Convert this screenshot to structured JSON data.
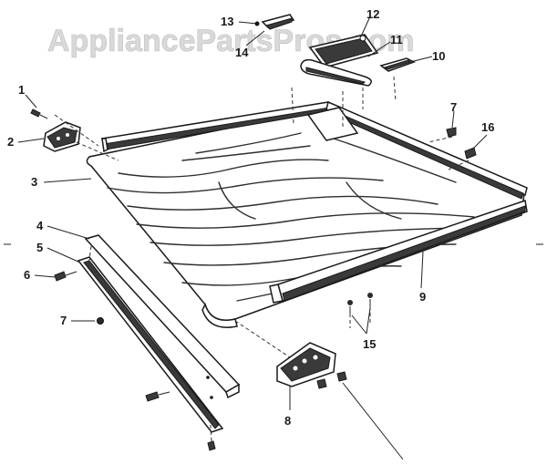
{
  "watermark": "AppliancePartsPros.com",
  "callouts": {
    "c1": "1",
    "c2": "2",
    "c3": "3",
    "c4": "4",
    "c5": "5",
    "c6": "6",
    "c7a": "7",
    "c7b": "7",
    "c8": "8",
    "c9": "9",
    "c10": "10",
    "c11": "11",
    "c12": "12",
    "c13": "13",
    "c14": "14",
    "c15": "15",
    "c16": "16"
  },
  "colors": {
    "ink": "#1a1a1a",
    "watermark": "#d9d9d9"
  }
}
